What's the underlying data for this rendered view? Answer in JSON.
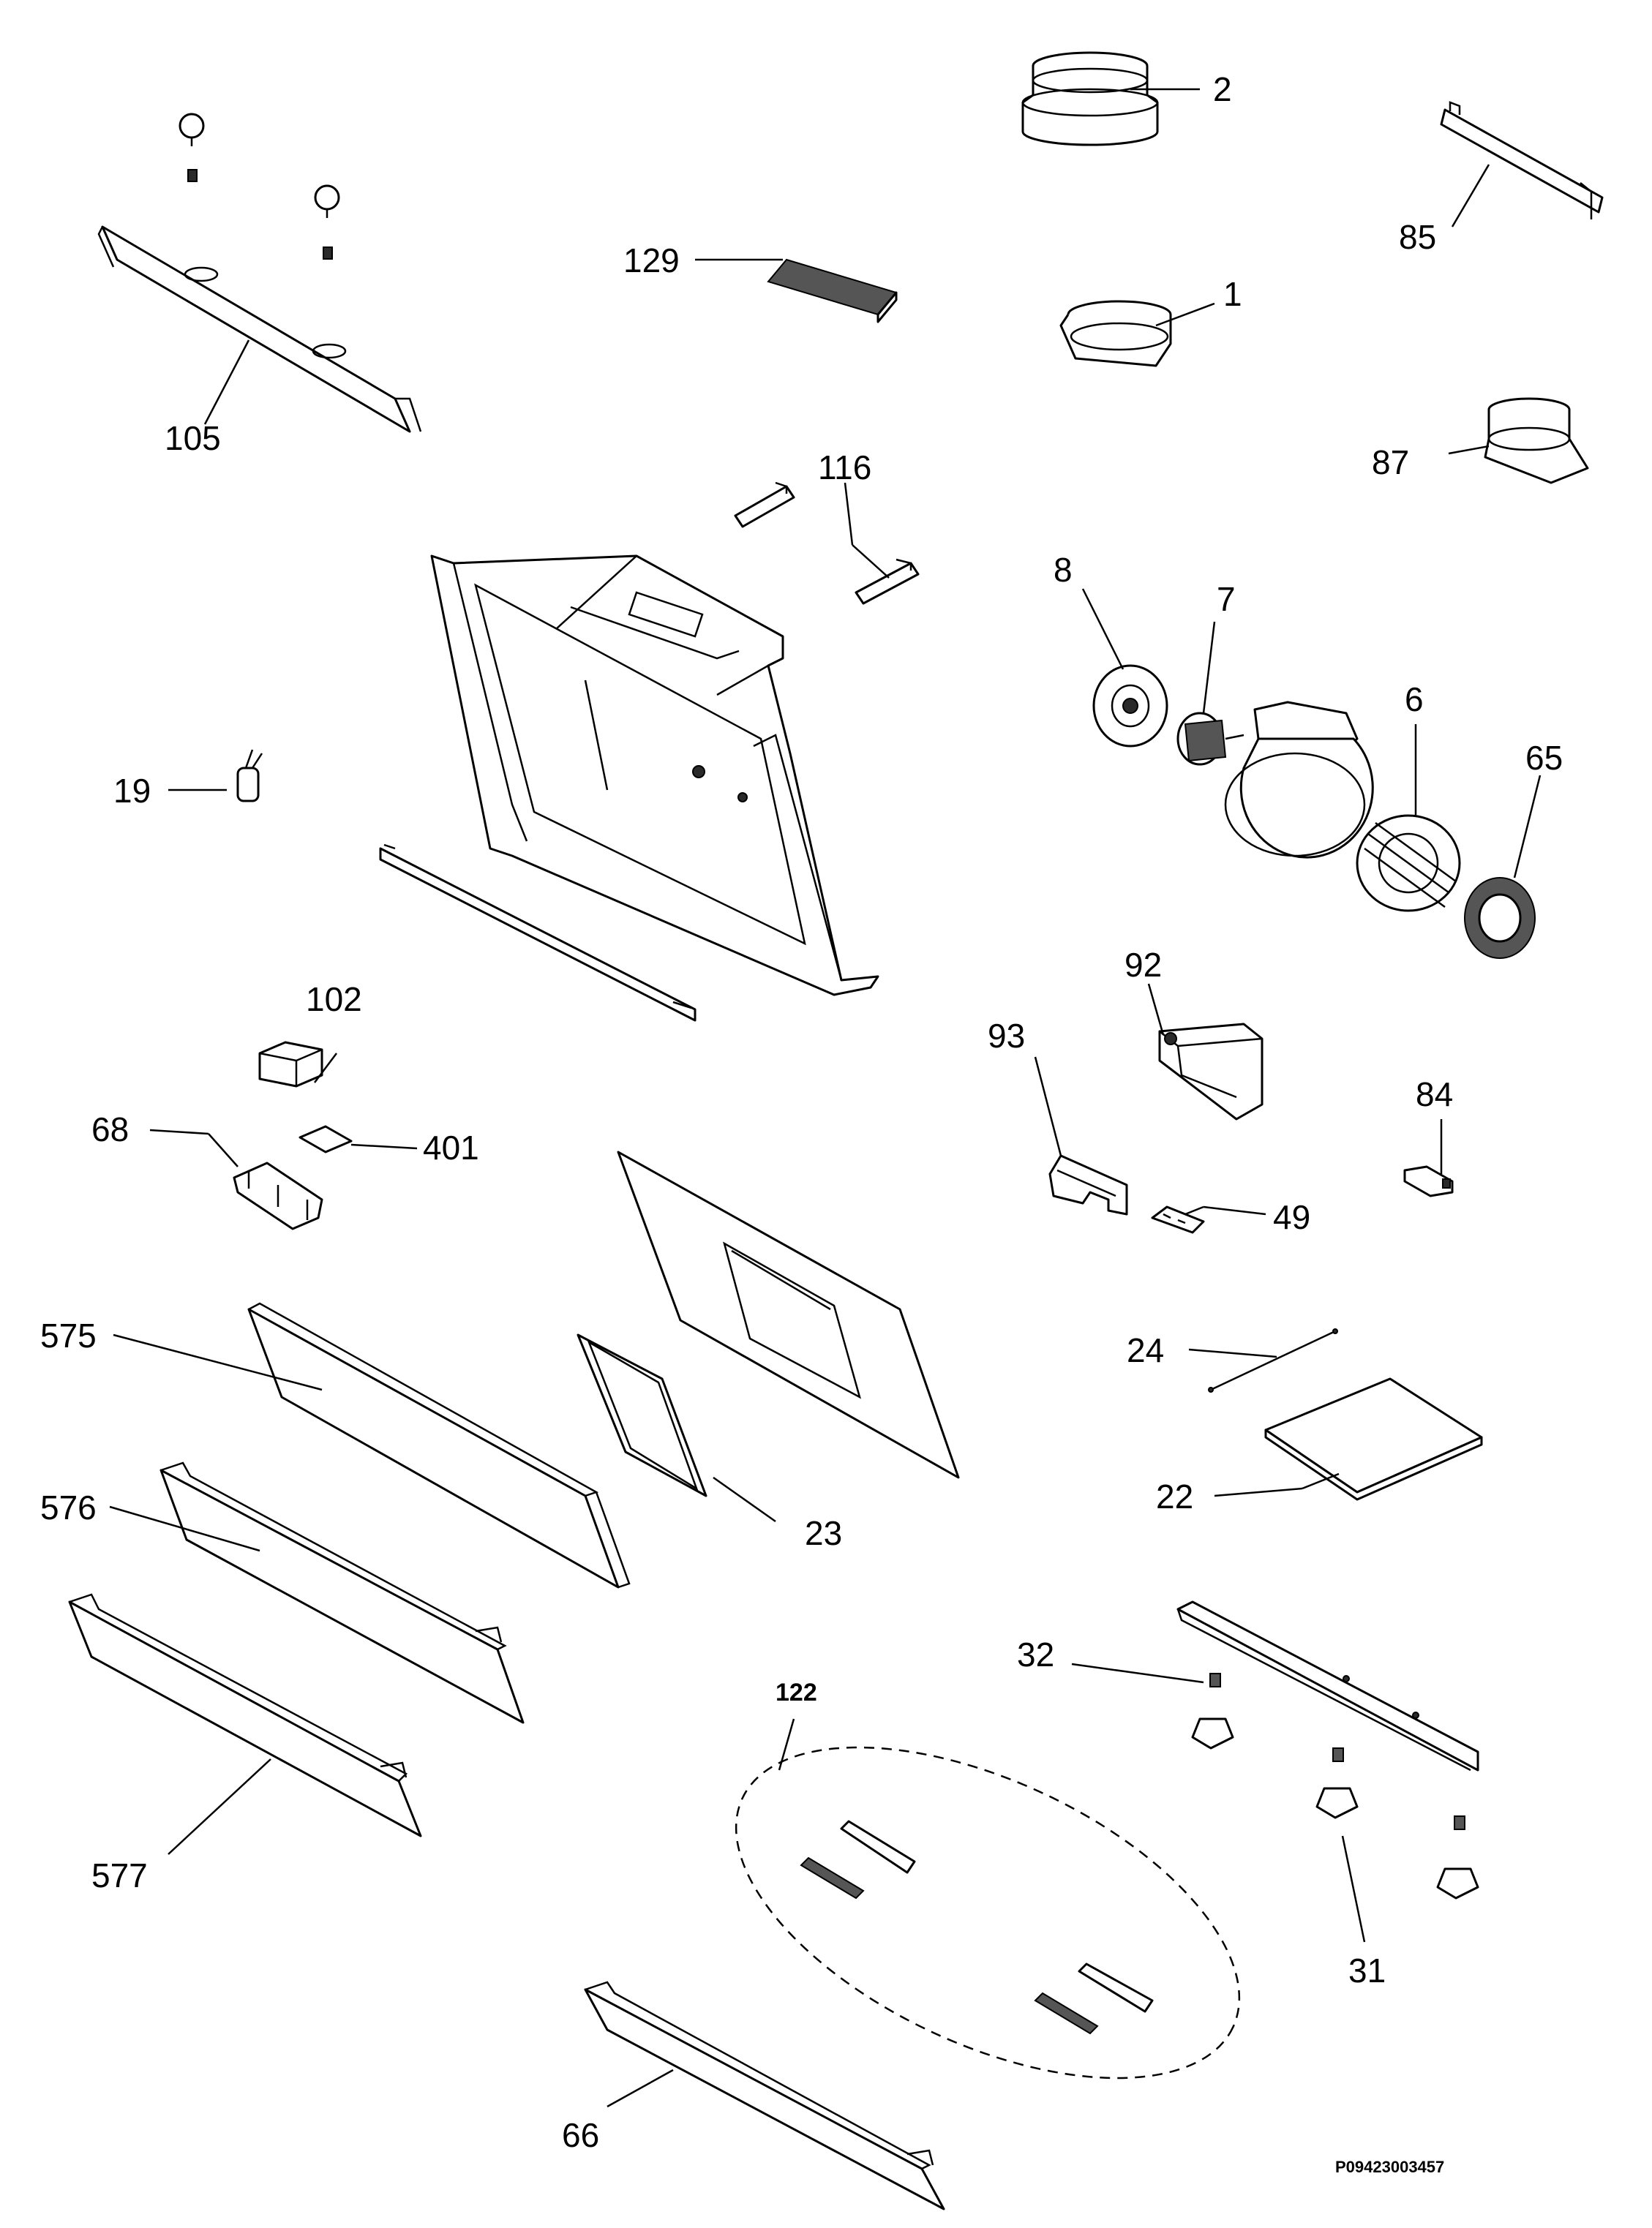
{
  "diagram": {
    "document_reference": "P09423003457",
    "group_label": "122",
    "callouts": [
      {
        "id": "c2",
        "label": "2"
      },
      {
        "id": "c85",
        "label": "85"
      },
      {
        "id": "c129",
        "label": "129"
      },
      {
        "id": "c1",
        "label": "1"
      },
      {
        "id": "c105",
        "label": "105"
      },
      {
        "id": "c87",
        "label": "87"
      },
      {
        "id": "c116",
        "label": "116"
      },
      {
        "id": "c8",
        "label": "8"
      },
      {
        "id": "c7",
        "label": "7"
      },
      {
        "id": "c6",
        "label": "6"
      },
      {
        "id": "c65",
        "label": "65"
      },
      {
        "id": "c19",
        "label": "19"
      },
      {
        "id": "c102",
        "label": "102"
      },
      {
        "id": "c92",
        "label": "92"
      },
      {
        "id": "c93",
        "label": "93"
      },
      {
        "id": "c84",
        "label": "84"
      },
      {
        "id": "c68",
        "label": "68"
      },
      {
        "id": "c401",
        "label": "401"
      },
      {
        "id": "c49",
        "label": "49"
      },
      {
        "id": "c575",
        "label": "575"
      },
      {
        "id": "c24",
        "label": "24"
      },
      {
        "id": "c22",
        "label": "22"
      },
      {
        "id": "c576",
        "label": "576"
      },
      {
        "id": "c23",
        "label": "23"
      },
      {
        "id": "c32",
        "label": "32"
      },
      {
        "id": "c577",
        "label": "577"
      },
      {
        "id": "c31",
        "label": "31"
      },
      {
        "id": "c66",
        "label": "66"
      }
    ]
  }
}
